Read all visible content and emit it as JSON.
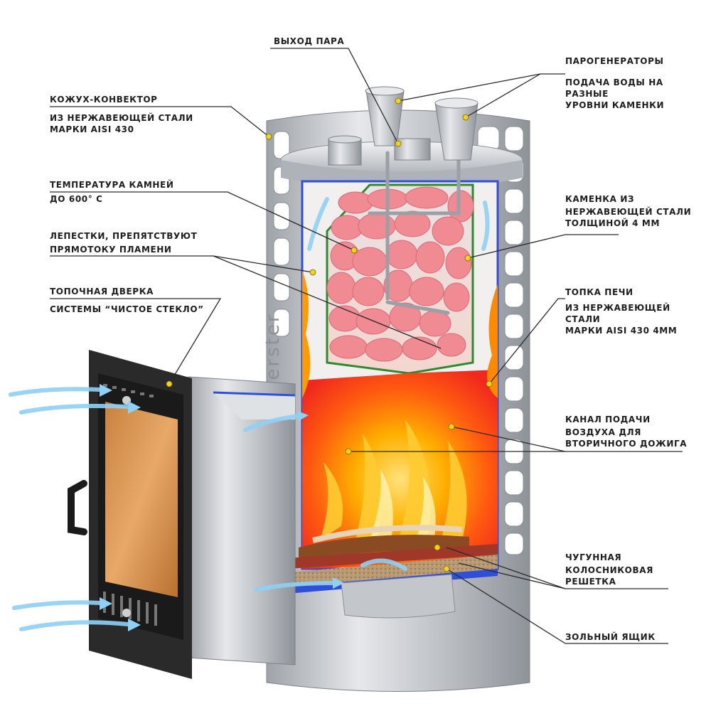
{
  "labels": {
    "steam_outlet": {
      "title": "ВЫХОД ПАРА"
    },
    "steam_generators": {
      "title": "ПАРОГЕНЕРАТОРЫ",
      "lines": [
        "ПОДАЧА ВОДЫ НА",
        "РАЗНЫЕ",
        "УРОВНИ КАМЕНКИ"
      ]
    },
    "convector_casing": {
      "title": "КОЖУХ-КОНВЕКТОР",
      "lines": [
        "ИЗ НЕРЖАВЕЮЩЕЙ СТАЛИ",
        "МАРКИ AISI 430"
      ]
    },
    "stone_temperature": {
      "title": "ТЕМПЕРАТУРА КАМНЕЙ",
      "lines": [
        "ДО 600° С"
      ]
    },
    "petals": {
      "title": "ЛЕПЕСТКИ, ПРЕПЯТСТВУЮТ",
      "lines": [
        "ПРЯМОТОКУ ПЛАМЕНИ"
      ]
    },
    "firebox_door": {
      "title": "ТОПОЧНАЯ ДВЕРКА",
      "lines": [
        "СИСТЕМЫ “ЧИСТОЕ СТЕКЛО”"
      ]
    },
    "heater": {
      "title": "КАМЕНКА ИЗ",
      "lines": [
        "НЕРЖАВЕЮЩЕЙ СТАЛИ",
        "ТОЛЩИНОЙ 4 ММ"
      ]
    },
    "firebox": {
      "title": "ТОПКА ПЕЧИ",
      "lines": [
        "ИЗ НЕРЖАВЕЮЩЕЙ",
        "СТАЛИ",
        "МАРКИ AISI 430 4ММ"
      ]
    },
    "air_channel": {
      "title": "КАНАЛ ПОДАЧИ",
      "lines": [
        "ВОЗДУХА ДЛЯ",
        "ВТОРИЧНОГО ДОЖИГА"
      ]
    },
    "grate": {
      "title": "ЧУГУННАЯ",
      "lines": [
        "КОЛОСНИКОВАЯ",
        "РЕШЕТКА"
      ]
    },
    "ash_box": {
      "title": "ЗОЛЬНЫЙ ЯЩИК"
    }
  },
  "stove": {
    "brand_text": "Merster"
  },
  "colors": {
    "marker": "#f2d21e",
    "leader": "#2a2a2a",
    "fire_red": "#ff3b1f",
    "fire_orange": "#ff8a00",
    "stones": "#f08a93",
    "steel": "#c9ccd0",
    "channel_blue": "#2f4fd8",
    "heater_green": "#2f8a2f",
    "air_blue": "#8fd0f5"
  }
}
